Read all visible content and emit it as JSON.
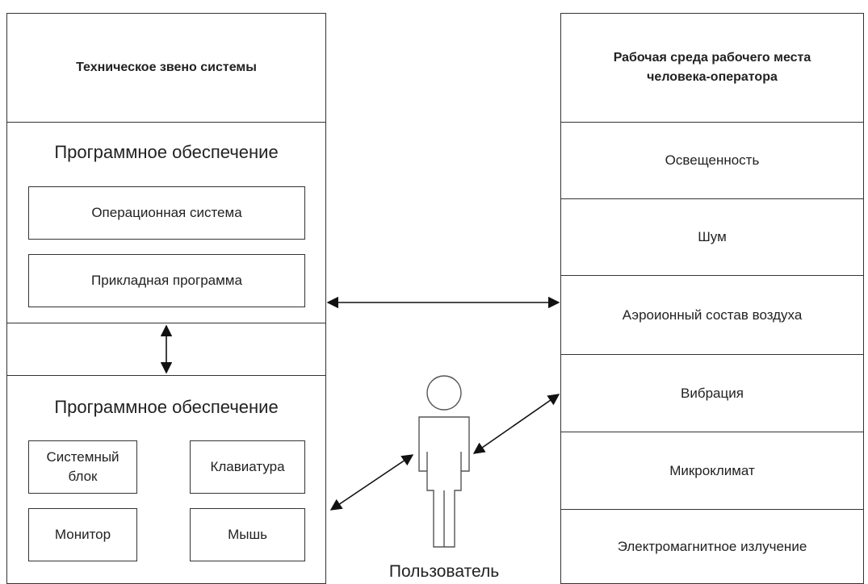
{
  "left": {
    "header": "Техническое звено системы",
    "software_block": {
      "heading": "Программное обеспечение",
      "items": [
        "Операционная система",
        "Прикладная программа"
      ]
    },
    "hardware_block": {
      "heading": "Программное обеспечение",
      "items": [
        "Системный блок",
        "Клавиатура",
        "Монитор",
        "Мышь"
      ]
    }
  },
  "right": {
    "header": "Рабочая среда рабочего места человека-оператора",
    "items": [
      "Освещенность",
      "Шум",
      "Аэроионный состав воздуха",
      "Вибрация",
      "Микроклимат",
      "Электромагнитное излучение"
    ]
  },
  "user": {
    "label": "Пользователь",
    "icon": "person-icon"
  }
}
